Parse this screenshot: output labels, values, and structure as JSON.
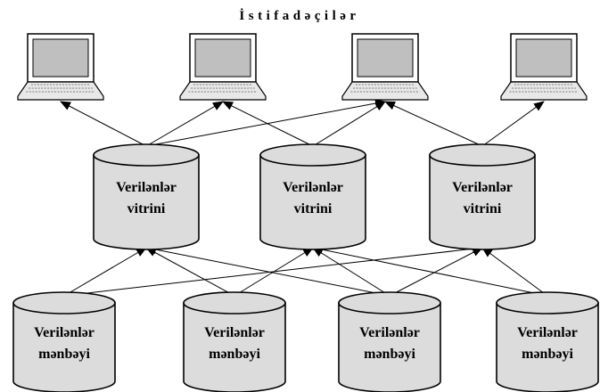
{
  "title": "İstifadəçilər",
  "node_text": {
    "mart_line1": "Verilənlər",
    "mart_line2": "vitrini",
    "source_line1": "Verilənlər",
    "source_line2": "mənbəyi"
  },
  "users": [
    {
      "name": "user-1"
    },
    {
      "name": "user-2"
    },
    {
      "name": "user-3"
    },
    {
      "name": "user-4"
    }
  ],
  "marts": [
    {
      "name": "mart-1"
    },
    {
      "name": "mart-2"
    },
    {
      "name": "mart-3"
    }
  ],
  "sources": [
    {
      "name": "source-1"
    },
    {
      "name": "source-2"
    },
    {
      "name": "source-3"
    },
    {
      "name": "source-4"
    }
  ],
  "edges": [
    {
      "from": "source-1",
      "to": "mart-1"
    },
    {
      "from": "source-1",
      "to": "mart-3"
    },
    {
      "from": "source-2",
      "to": "mart-1"
    },
    {
      "from": "source-2",
      "to": "mart-2"
    },
    {
      "from": "source-3",
      "to": "mart-1"
    },
    {
      "from": "source-3",
      "to": "mart-2"
    },
    {
      "from": "source-3",
      "to": "mart-3"
    },
    {
      "from": "source-4",
      "to": "mart-2"
    },
    {
      "from": "source-4",
      "to": "mart-3"
    },
    {
      "from": "mart-1",
      "to": "user-1"
    },
    {
      "from": "mart-1",
      "to": "user-2"
    },
    {
      "from": "mart-1",
      "to": "user-3"
    },
    {
      "from": "mart-2",
      "to": "user-2"
    },
    {
      "from": "mart-2",
      "to": "user-3"
    },
    {
      "from": "mart-3",
      "to": "user-3"
    },
    {
      "from": "mart-3",
      "to": "user-4"
    }
  ],
  "colors": {
    "cylinder_fill": "#dcdcdc",
    "cylinder_stroke": "#000000",
    "laptop_screen": "#bfbfbf",
    "laptop_body": "#e8e8e8",
    "line": "#000000"
  }
}
